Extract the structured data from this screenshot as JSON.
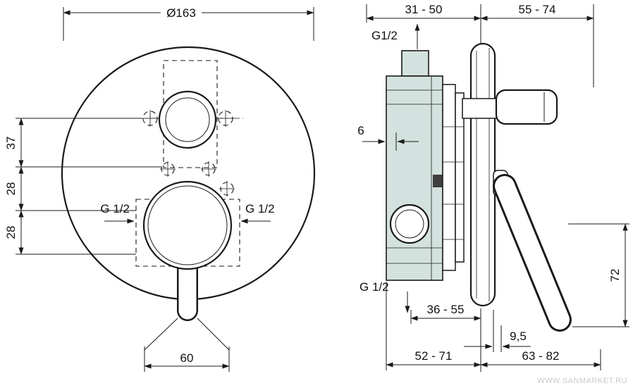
{
  "front_view": {
    "diameter": "Ø163",
    "dim_37": "37",
    "dim_28_a": "28",
    "dim_28_b": "28",
    "g_half_left": "G 1/2",
    "g_half_right": "G 1/2",
    "dim_60": "60"
  },
  "side_view": {
    "dim_31_50": "31 - 50",
    "dim_55_74": "55 - 74",
    "g_half_top": "G1/2",
    "dim_6": "6",
    "g_half_bottom": "G 1/2",
    "dim_36_55": "36 - 55",
    "dim_9_5": "9,5",
    "dim_72": "72",
    "dim_52_71": "52 - 71",
    "dim_63_82": "63 - 82"
  },
  "watermark": "WWW.SANMARKET.RU",
  "colors": {
    "line": "#1a1a1a",
    "body_fill": "#d3e2de",
    "watermark": "#c9c9c9"
  }
}
